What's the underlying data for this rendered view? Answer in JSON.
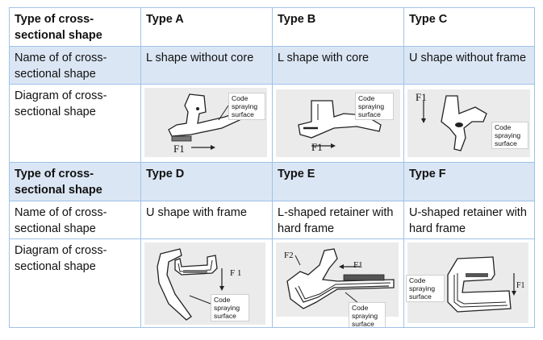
{
  "table": {
    "row_label_shape_type": "Type of cross-sectional shape",
    "row_label_name": "Name of of cross-sectional shape",
    "row_label_diagram": "Diagram of cross-sectional shape",
    "types_top": [
      "Type A",
      "Type B",
      "Type C"
    ],
    "names_top": [
      "L shape without core",
      "L shape with core",
      "U shape without frame"
    ],
    "types_bottom": [
      "Type D",
      "Type E",
      "Type F"
    ],
    "names_bottom": [
      "U shape with frame",
      "L-shaped retainer with hard frame",
      "U-shaped retainer with hard frame"
    ]
  },
  "diagram_labels": {
    "code_spraying": "Code spraying surface",
    "force_f1": "F1",
    "force_f1_spaced": "F 1",
    "force_f2": "F2"
  },
  "colors": {
    "border": "#9ec3e8",
    "shaded_row": "#dbe6f4"
  }
}
